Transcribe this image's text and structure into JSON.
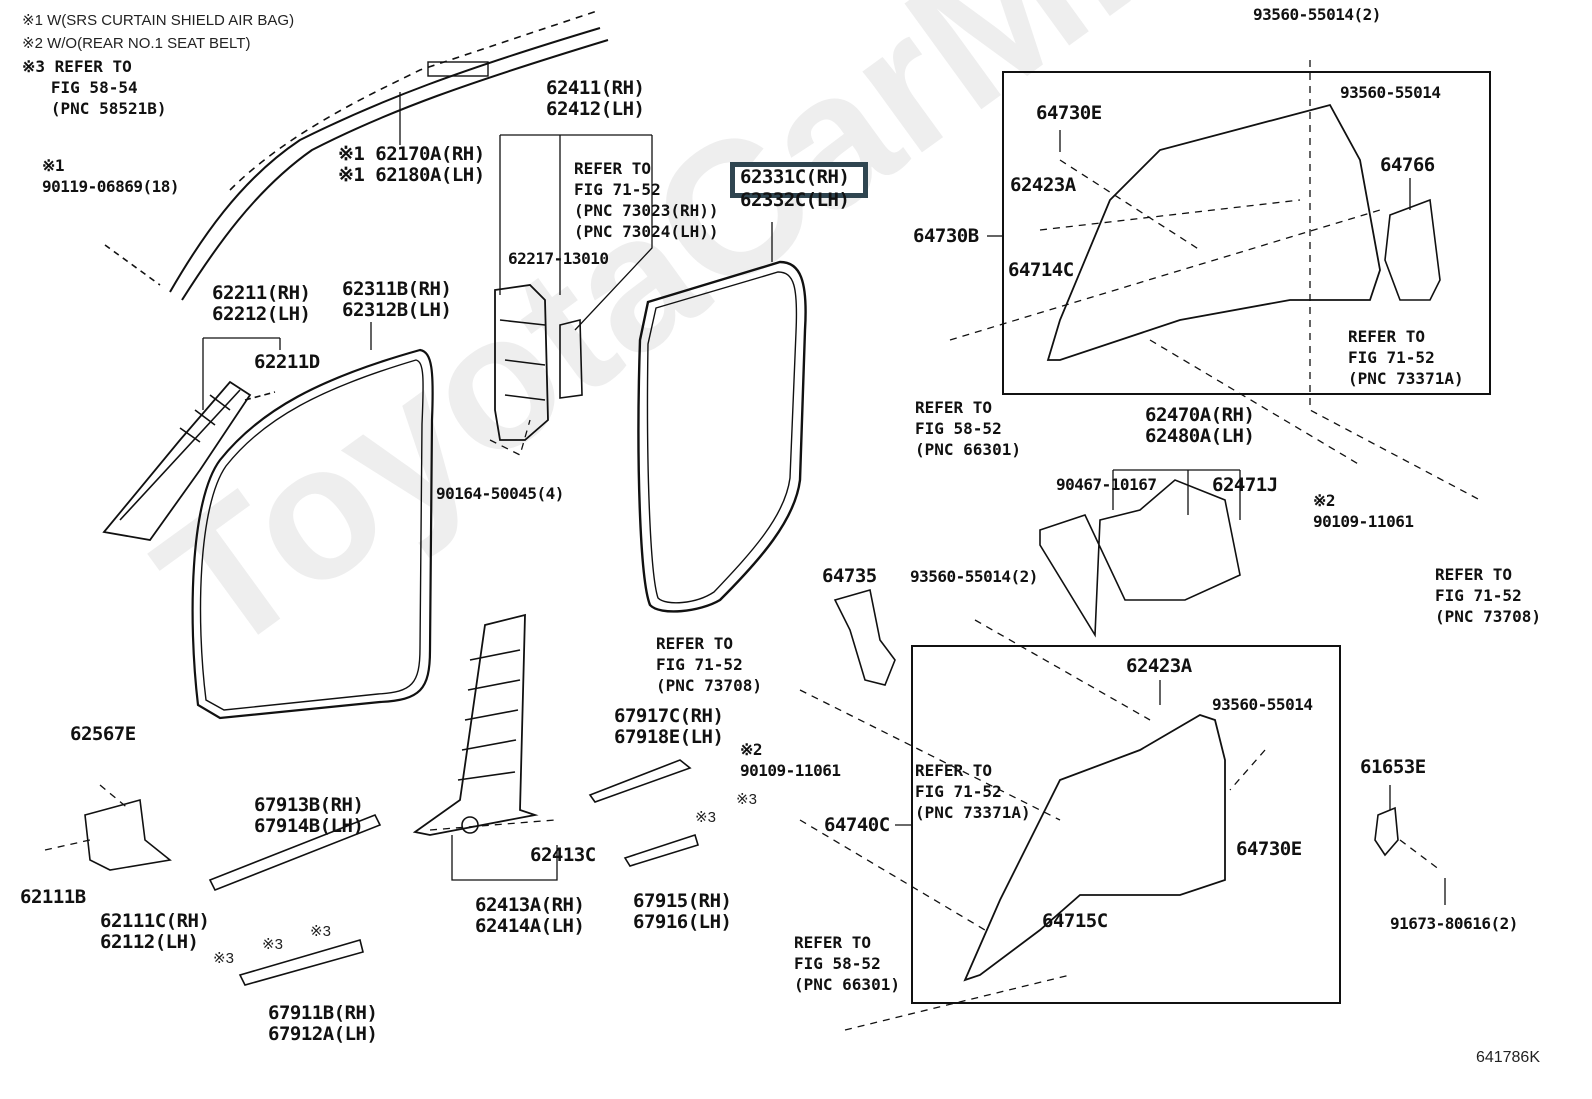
{
  "watermark": "ToyotaCarMine.ru",
  "figure_id": "641786K",
  "notes": [
    "※1 W(SRS CURTAIN SHIELD AIR BAG)",
    "※2 W/O(REAR NO.1 SEAT BELT)",
    "※3 REFER TO\n   FIG 58-54\n   (PNC 58521B)"
  ],
  "highlighted_part": "62331C(RH)",
  "colors": {
    "highlight_border": "#2f4550",
    "line": "#111111",
    "watermark": "#eeeeee"
  },
  "labels": {
    "p62170A": "※1 62170A(RH)\n※1 62180A(LH)",
    "p90119": "※1\n90119-06869(18)",
    "p62411": "62411(RH)\n62412(LH)",
    "ref73023": "REFER TO\nFIG 71-52\n(PNC 73023(RH))\n(PNC 73024(LH))",
    "p62217": "62217-13010",
    "p62332C": "62332C(LH)",
    "p62211": "62211(RH)\n62212(LH)",
    "p62211D": "62211D",
    "p62311B": "62311B(RH)\n62312B(LH)",
    "p90164": "90164-50045(4)",
    "p93560_2_top": "93560-55014(2)",
    "p93560_top": "93560-55014",
    "p64730E_top": "64730E",
    "p62423A_top": "62423A",
    "p64766": "64766",
    "p64730B": "64730B",
    "p64714C": "64714C",
    "ref73371A_top": "REFER TO\nFIG 71-52\n(PNC 73371A)",
    "ref66301_top": "REFER TO\nFIG 58-52\n(PNC 66301)",
    "p62470A": "62470A(RH)\n62480A(LH)",
    "p90467": "90467-10167",
    "p62471J": "62471J",
    "p90109_right": "※2\n90109-11061",
    "ref73708_right": "REFER TO\nFIG 71-52\n(PNC 73708)",
    "p64735": "64735",
    "p93560_2_mid": "93560-55014(2)",
    "ref73708_mid": "REFER TO\nFIG 71-52\n(PNC 73708)",
    "p62423A_bot": "62423A",
    "p93560_bot": "93560-55014",
    "ref73371A_bot": "REFER TO\nFIG 71-52\n(PNC 73371A)",
    "p90109_mid": "※2\n90109-11061",
    "p64740C": "64740C",
    "p64730E_bot": "64730E",
    "p64715C": "64715C",
    "ref66301_bot": "REFER TO\nFIG 58-52\n(PNC 66301)",
    "p61653E": "61653E",
    "p91673": "91673-80616(2)",
    "p62567E": "62567E",
    "p62111B": "62111B",
    "p62111C": "62111C(RH)\n62112(LH)",
    "p67913B": "67913B(RH)\n67914B(LH)",
    "p67911B": "67911B(RH)\n67912A(LH)",
    "star3_a": "※3",
    "star3_b": "※3",
    "star3_c": "※3",
    "star3_d": "※3",
    "star3_e": "※3",
    "p62413A": "62413A(RH)\n62414A(LH)",
    "p62413C": "62413C",
    "p67917C": "67917C(RH)\n67918E(LH)",
    "p67915": "67915(RH)\n67916(LH)"
  }
}
